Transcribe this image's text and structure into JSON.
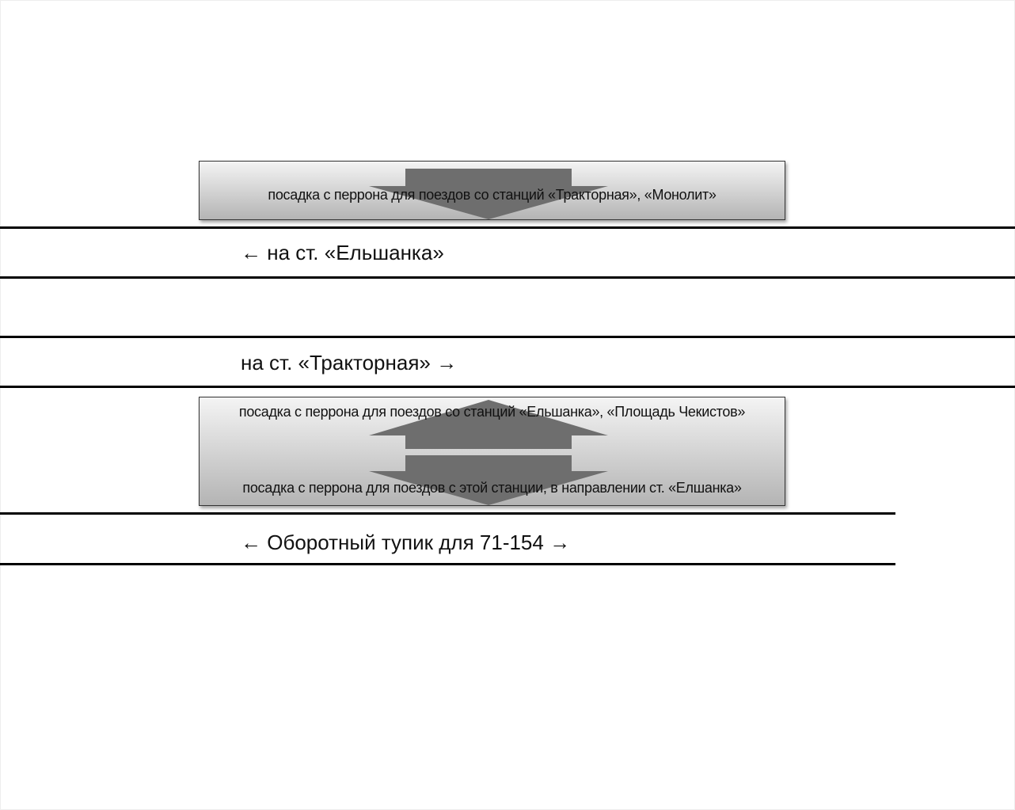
{
  "boxes": {
    "top": {
      "text": "посадка с перрона для поездов со станций «Тракторная», «Монолит»"
    },
    "bottom": {
      "text_up": "посадка с перрона для поездов со станций «Ельшанка», «Площадь Чекистов»",
      "text_down": "посадка с перрона для поездов с этой станции, в направлении ст. «Елшанка»"
    }
  },
  "tracks": {
    "track1": {
      "label": "← на ст. «Ельшанка»"
    },
    "track2": {
      "label": "на ст. «Тракторная» →"
    },
    "track3": {
      "label": "← Оборотный тупик для 71-154 →"
    }
  },
  "colors": {
    "arrow": "#6e6e6e",
    "track": "#000000"
  }
}
